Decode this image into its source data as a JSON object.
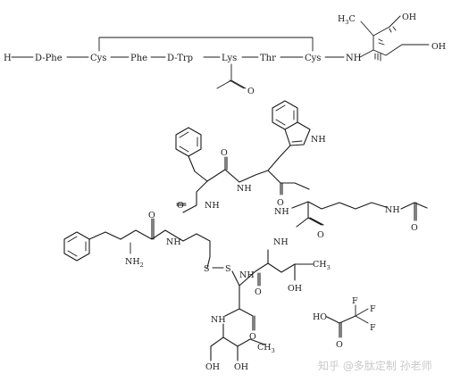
{
  "sequence": {
    "residues": [
      "H",
      "D-Phe",
      "Cys",
      "Phe",
      "D-Trp",
      "Lys",
      "Thr",
      "Cys",
      "NH"
    ],
    "acetyl": "O"
  },
  "threoninol_top": {
    "h3c": "H",
    "h3c_sub": "3",
    "h3c_c": "C",
    "oh1": "OH",
    "oh2": "OH"
  },
  "structure_labels": {
    "nh_trp": "NH",
    "o_1": "O",
    "nh_1": "NH",
    "nh_2": "NH",
    "o_2": "O",
    "nh_3": "NH",
    "o_3": "O",
    "nh_4": "NH",
    "o_4": "O",
    "nh2": "NH",
    "nh2_sub": "2",
    "o_5": "O",
    "nh_5": "NH",
    "o_6": "O",
    "s1": "S",
    "s2": "S",
    "o_7": "O",
    "nh_6": "NH",
    "oh_thr": "OH",
    "ch3_thr": "CH",
    "ch3_thr_sub": "3",
    "o_8": "O",
    "nh_7": "NH",
    "oh_a": "OH",
    "oh_b": "OH",
    "ch3_end": "CH",
    "ch3_end_sub": "3",
    "o_9": "O",
    "nh_8": "NH"
  },
  "tfa": {
    "ho": "HO",
    "o": "O",
    "f1": "F",
    "f2": "F",
    "f3": "F"
  },
  "watermark": "知乎 @多肽定制 孙老师"
}
